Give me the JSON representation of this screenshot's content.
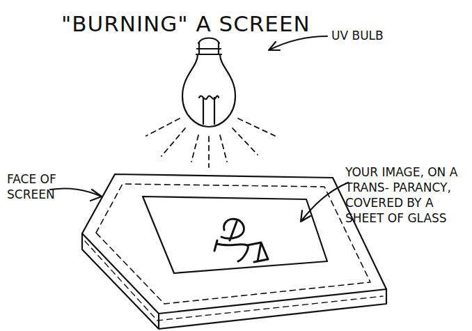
{
  "diagram": {
    "title": "\"BURNING\" A SCREEN",
    "labels": [
      "UV BULB",
      "FACE OF SCREEN",
      "YOUR IMAGE, ON A TRANS- PARANCY, COVERED BY A SHEET OF GLASS"
    ]
  }
}
